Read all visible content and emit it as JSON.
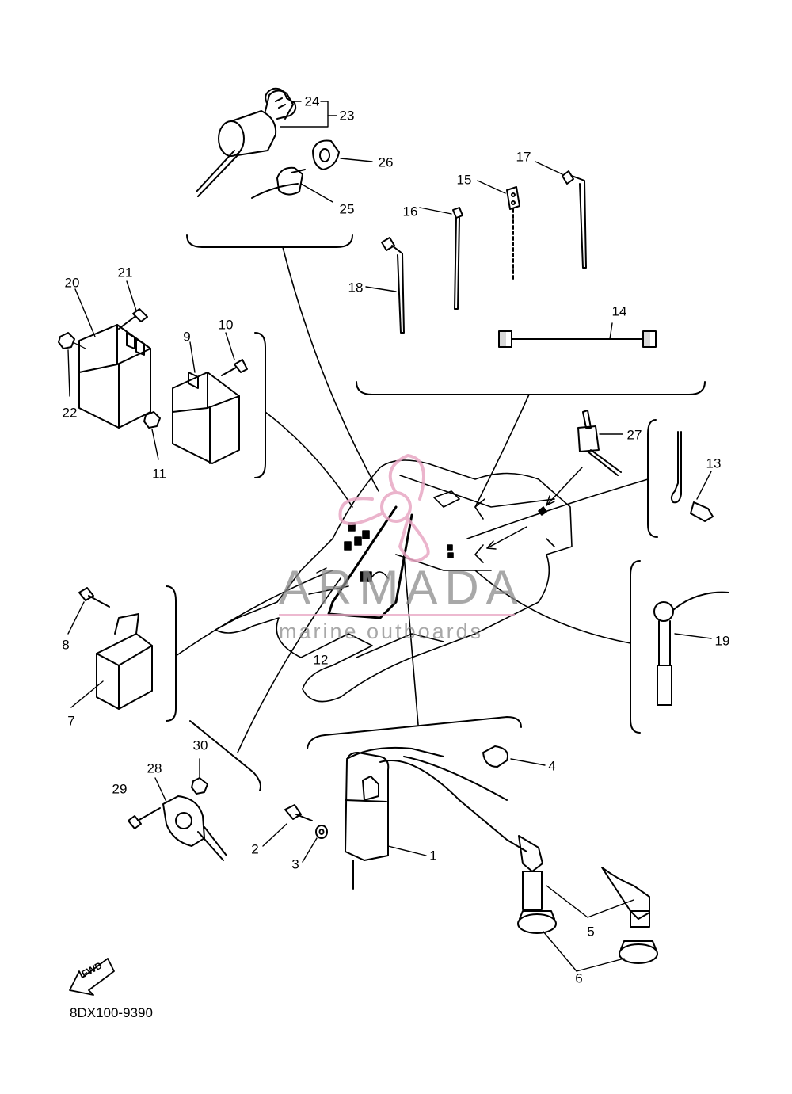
{
  "diagram_code": "8DX100-9390",
  "fwd_text": "FWD",
  "watermark": {
    "brand": "ARMADA",
    "tagline": "marine outboards"
  },
  "labels": {
    "p1": "1",
    "p2": "2",
    "p3": "3",
    "p4": "4",
    "p5": "5",
    "p6": "6",
    "p7": "7",
    "p8": "8",
    "p9": "9",
    "p10": "10",
    "p11": "11",
    "p12": "12",
    "p13": "13",
    "p14": "14",
    "p15": "15",
    "p16": "16",
    "p17": "17",
    "p18": "18",
    "p19": "19",
    "p20": "20",
    "p21": "21",
    "p22": "22",
    "p23": "23",
    "p24": "24",
    "p25": "25",
    "p26": "26",
    "p27": "27",
    "p28": "28",
    "p29": "29",
    "p30": "30"
  },
  "colors": {
    "line": "#000000",
    "watermark_gray": "#8c8c8c",
    "watermark_pink": "#e8a7c4"
  }
}
